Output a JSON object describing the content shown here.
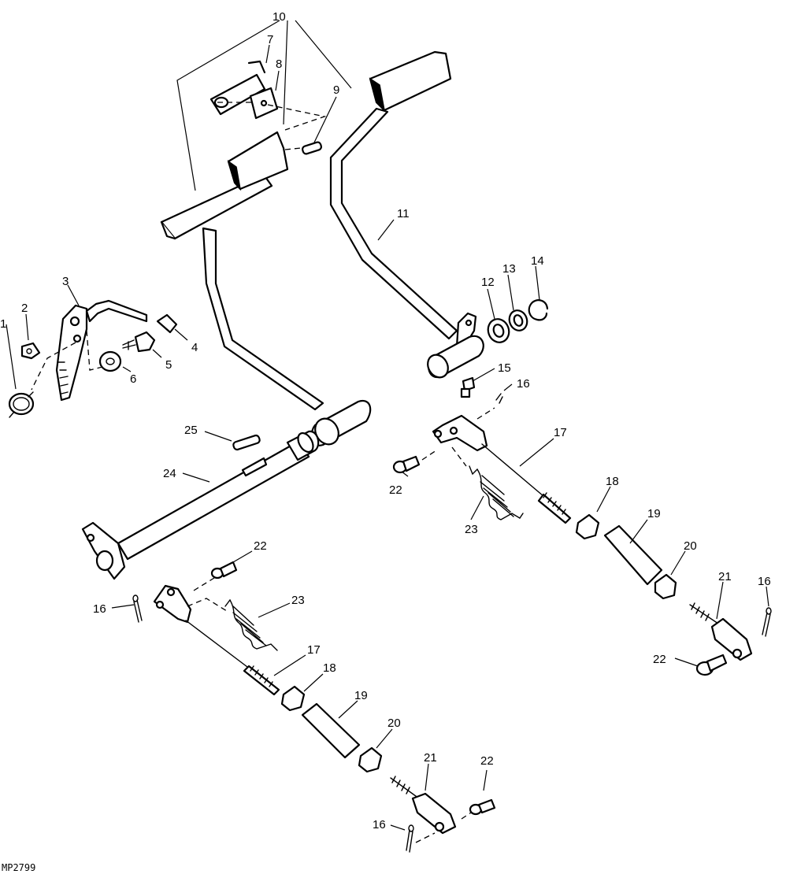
{
  "figure_code": "MP2799",
  "callouts": [
    "1",
    "2",
    "3",
    "4",
    "5",
    "6",
    "8",
    "7",
    "9",
    "10",
    "11",
    "12",
    "13",
    "14",
    "15",
    "16",
    "16",
    "16",
    "16",
    "17",
    "17",
    "18",
    "18",
    "19",
    "19",
    "20",
    "20",
    "21",
    "21",
    "22",
    "22",
    "22",
    "22",
    "23",
    "23",
    "24",
    "25"
  ]
}
